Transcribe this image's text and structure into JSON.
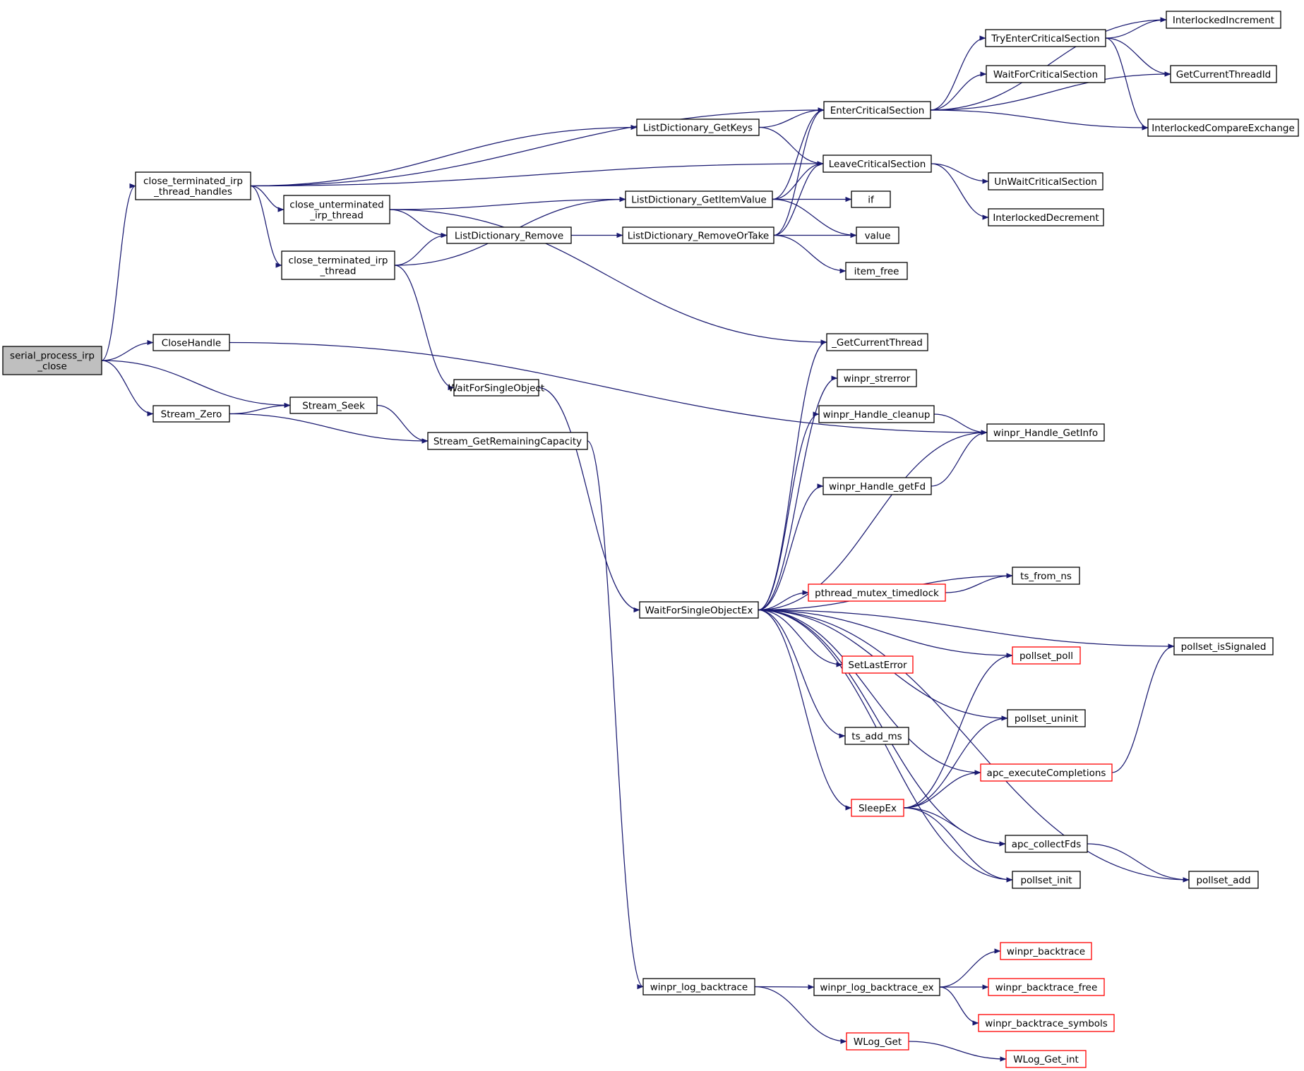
{
  "colors": {
    "edge": "#191970",
    "root_fill": "#bfbfbf",
    "default_border": "#000000",
    "truncated_border": "#ff0000"
  },
  "nodes": {
    "serial_process_irp_close": {
      "label": "serial_process_irp\n_close",
      "root": true
    },
    "close_terminated_irp_thread_handles": {
      "label": "close_terminated_irp\n_thread_handles"
    },
    "CloseHandle": {
      "label": "CloseHandle"
    },
    "Stream_Zero": {
      "label": "Stream_Zero"
    },
    "Stream_Seek": {
      "label": "Stream_Seek"
    },
    "Stream_GetRemainingCapacity": {
      "label": "Stream_GetRemainingCapacity"
    },
    "close_unterminated_irp_thread": {
      "label": "close_unterminated\n_irp_thread"
    },
    "close_terminated_irp_thread": {
      "label": "close_terminated_irp\n_thread"
    },
    "WaitForSingleObject": {
      "label": "WaitForSingleObject"
    },
    "ListDictionary_GetKeys": {
      "label": "ListDictionary_GetKeys"
    },
    "ListDictionary_GetItemValue": {
      "label": "ListDictionary_GetItemValue"
    },
    "ListDictionary_Remove": {
      "label": "ListDictionary_Remove"
    },
    "ListDictionary_RemoveOrTake": {
      "label": "ListDictionary_RemoveOrTake"
    },
    "WaitForSingleObjectEx": {
      "label": "WaitForSingleObjectEx"
    },
    "winpr_log_backtrace": {
      "label": "winpr_log_backtrace"
    },
    "EnterCriticalSection": {
      "label": "EnterCriticalSection"
    },
    "LeaveCriticalSection": {
      "label": "LeaveCriticalSection"
    },
    "if": {
      "label": "if"
    },
    "value": {
      "label": "value"
    },
    "item_free": {
      "label": "item_free"
    },
    "_GetCurrentThread": {
      "label": "_GetCurrentThread"
    },
    "winpr_strerror": {
      "label": "winpr_strerror"
    },
    "winpr_Handle_cleanup": {
      "label": "winpr_Handle_cleanup"
    },
    "winpr_Handle_getFd": {
      "label": "winpr_Handle_getFd"
    },
    "pthread_mutex_timedlock": {
      "label": "pthread_mutex_timedlock",
      "truncated": true
    },
    "SetLastError": {
      "label": "SetLastError",
      "truncated": true
    },
    "ts_add_ms": {
      "label": "ts_add_ms"
    },
    "SleepEx": {
      "label": "SleepEx",
      "truncated": true
    },
    "winpr_log_backtrace_ex": {
      "label": "winpr_log_backtrace_ex"
    },
    "WLog_Get": {
      "label": "WLog_Get",
      "truncated": true
    },
    "TryEnterCriticalSection": {
      "label": "TryEnterCriticalSection"
    },
    "WaitForCriticalSection": {
      "label": "WaitForCriticalSection"
    },
    "UnWaitCriticalSection": {
      "label": "UnWaitCriticalSection"
    },
    "InterlockedDecrement": {
      "label": "InterlockedDecrement"
    },
    "winpr_Handle_GetInfo": {
      "label": "winpr_Handle_GetInfo"
    },
    "ts_from_ns": {
      "label": "ts_from_ns"
    },
    "pollset_poll": {
      "label": "pollset_poll",
      "truncated": true
    },
    "pollset_uninit": {
      "label": "pollset_uninit"
    },
    "apc_executeCompletions": {
      "label": "apc_executeCompletions",
      "truncated": true
    },
    "apc_collectFds": {
      "label": "apc_collectFds"
    },
    "pollset_init": {
      "label": "pollset_init"
    },
    "winpr_backtrace": {
      "label": "winpr_backtrace",
      "truncated": true
    },
    "winpr_backtrace_free": {
      "label": "winpr_backtrace_free",
      "truncated": true
    },
    "winpr_backtrace_symbols": {
      "label": "winpr_backtrace_symbols",
      "truncated": true
    },
    "WLog_Get_int": {
      "label": "WLog_Get_int",
      "truncated": true
    },
    "InterlockedIncrement": {
      "label": "InterlockedIncrement"
    },
    "GetCurrentThreadId": {
      "label": "GetCurrentThreadId"
    },
    "InterlockedCompareExchange": {
      "label": "InterlockedCompareExchange"
    },
    "pollset_isSignaled": {
      "label": "pollset_isSignaled"
    },
    "pollset_add": {
      "label": "pollset_add"
    }
  },
  "edges": [
    [
      "serial_process_irp_close",
      "close_terminated_irp_thread_handles"
    ],
    [
      "serial_process_irp_close",
      "CloseHandle"
    ],
    [
      "serial_process_irp_close",
      "Stream_Seek"
    ],
    [
      "serial_process_irp_close",
      "Stream_Zero"
    ],
    [
      "close_terminated_irp_thread_handles",
      "EnterCriticalSection"
    ],
    [
      "close_terminated_irp_thread_handles",
      "ListDictionary_GetKeys"
    ],
    [
      "close_terminated_irp_thread_handles",
      "LeaveCriticalSection"
    ],
    [
      "close_terminated_irp_thread_handles",
      "close_unterminated_irp_thread"
    ],
    [
      "close_terminated_irp_thread_handles",
      "close_terminated_irp_thread"
    ],
    [
      "close_unterminated_irp_thread",
      "ListDictionary_GetItemValue"
    ],
    [
      "close_unterminated_irp_thread",
      "ListDictionary_Remove"
    ],
    [
      "close_unterminated_irp_thread",
      "_GetCurrentThread"
    ],
    [
      "close_terminated_irp_thread",
      "ListDictionary_Remove"
    ],
    [
      "close_terminated_irp_thread",
      "ListDictionary_GetItemValue"
    ],
    [
      "close_terminated_irp_thread",
      "WaitForSingleObject"
    ],
    [
      "CloseHandle",
      "winpr_Handle_GetInfo"
    ],
    [
      "Stream_Zero",
      "Stream_Seek"
    ],
    [
      "Stream_Zero",
      "Stream_GetRemainingCapacity"
    ],
    [
      "Stream_Seek",
      "Stream_GetRemainingCapacity"
    ],
    [
      "Stream_GetRemainingCapacity",
      "winpr_log_backtrace"
    ],
    [
      "WaitForSingleObject",
      "WaitForSingleObjectEx"
    ],
    [
      "ListDictionary_GetKeys",
      "EnterCriticalSection"
    ],
    [
      "ListDictionary_GetKeys",
      "LeaveCriticalSection"
    ],
    [
      "ListDictionary_GetItemValue",
      "EnterCriticalSection"
    ],
    [
      "ListDictionary_GetItemValue",
      "LeaveCriticalSection"
    ],
    [
      "ListDictionary_GetItemValue",
      "if"
    ],
    [
      "ListDictionary_GetItemValue",
      "value"
    ],
    [
      "ListDictionary_Remove",
      "ListDictionary_RemoveOrTake"
    ],
    [
      "ListDictionary_RemoveOrTake",
      "EnterCriticalSection"
    ],
    [
      "ListDictionary_RemoveOrTake",
      "LeaveCriticalSection"
    ],
    [
      "ListDictionary_RemoveOrTake",
      "value"
    ],
    [
      "ListDictionary_RemoveOrTake",
      "item_free"
    ],
    [
      "EnterCriticalSection",
      "InterlockedIncrement"
    ],
    [
      "EnterCriticalSection",
      "TryEnterCriticalSection"
    ],
    [
      "EnterCriticalSection",
      "WaitForCriticalSection"
    ],
    [
      "EnterCriticalSection",
      "GetCurrentThreadId"
    ],
    [
      "EnterCriticalSection",
      "InterlockedCompareExchange"
    ],
    [
      "TryEnterCriticalSection",
      "InterlockedIncrement"
    ],
    [
      "TryEnterCriticalSection",
      "GetCurrentThreadId"
    ],
    [
      "TryEnterCriticalSection",
      "InterlockedCompareExchange"
    ],
    [
      "LeaveCriticalSection",
      "UnWaitCriticalSection"
    ],
    [
      "LeaveCriticalSection",
      "InterlockedDecrement"
    ],
    [
      "WaitForSingleObjectEx",
      "_GetCurrentThread"
    ],
    [
      "WaitForSingleObjectEx",
      "winpr_strerror"
    ],
    [
      "WaitForSingleObjectEx",
      "winpr_Handle_cleanup"
    ],
    [
      "WaitForSingleObjectEx",
      "winpr_Handle_GetInfo"
    ],
    [
      "WaitForSingleObjectEx",
      "winpr_Handle_getFd"
    ],
    [
      "WaitForSingleObjectEx",
      "pollset_isSignaled"
    ],
    [
      "WaitForSingleObjectEx",
      "ts_from_ns"
    ],
    [
      "WaitForSingleObjectEx",
      "pthread_mutex_timedlock"
    ],
    [
      "WaitForSingleObjectEx",
      "pollset_poll"
    ],
    [
      "WaitForSingleObjectEx",
      "SetLastError"
    ],
    [
      "WaitForSingleObjectEx",
      "pollset_uninit"
    ],
    [
      "WaitForSingleObjectEx",
      "ts_add_ms"
    ],
    [
      "WaitForSingleObjectEx",
      "apc_executeCompletions"
    ],
    [
      "WaitForSingleObjectEx",
      "SleepEx"
    ],
    [
      "WaitForSingleObjectEx",
      "apc_collectFds"
    ],
    [
      "WaitForSingleObjectEx",
      "pollset_init"
    ],
    [
      "WaitForSingleObjectEx",
      "pollset_add"
    ],
    [
      "winpr_Handle_cleanup",
      "winpr_Handle_GetInfo"
    ],
    [
      "winpr_Handle_getFd",
      "winpr_Handle_GetInfo"
    ],
    [
      "pthread_mutex_timedlock",
      "ts_from_ns"
    ],
    [
      "SleepEx",
      "pollset_poll"
    ],
    [
      "SleepEx",
      "pollset_uninit"
    ],
    [
      "SleepEx",
      "apc_executeCompletions"
    ],
    [
      "SleepEx",
      "apc_collectFds"
    ],
    [
      "SleepEx",
      "pollset_init"
    ],
    [
      "apc_executeCompletions",
      "pollset_isSignaled"
    ],
    [
      "apc_collectFds",
      "pollset_add"
    ],
    [
      "winpr_log_backtrace",
      "winpr_log_backtrace_ex"
    ],
    [
      "winpr_log_backtrace",
      "WLog_Get"
    ],
    [
      "winpr_log_backtrace_ex",
      "winpr_backtrace"
    ],
    [
      "winpr_log_backtrace_ex",
      "winpr_backtrace_free"
    ],
    [
      "winpr_log_backtrace_ex",
      "winpr_backtrace_symbols"
    ],
    [
      "WLog_Get",
      "WLog_Get_int"
    ]
  ]
}
